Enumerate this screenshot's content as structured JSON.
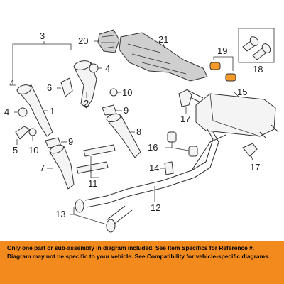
{
  "callouts": {
    "c1": "1",
    "c2": "2",
    "c3": "3",
    "c4a": "4",
    "c4b": "4",
    "c5": "5",
    "c6": "6",
    "c7": "7",
    "c8": "8",
    "c9a": "9",
    "c9b": "9",
    "c10a": "10",
    "c10b": "10",
    "c11": "11",
    "c12": "12",
    "c13": "13",
    "c14": "14",
    "c15": "15",
    "c16": "16",
    "c17a": "17",
    "c17b": "17",
    "c18": "18",
    "c19": "19",
    "c20": "20",
    "c21": "21"
  },
  "disclaimer": {
    "line1": "Only one part or sub-assembly in diagram included. See Item Specifics for Reference #.",
    "line2": "Diagram may not be specific to your vehicle. See Compatibility for vehicle-specific diagrams."
  },
  "colors": {
    "banner": "#f28a1e",
    "highlight": "#f39a2a",
    "line": "#333333"
  },
  "highlighted_part": "19"
}
